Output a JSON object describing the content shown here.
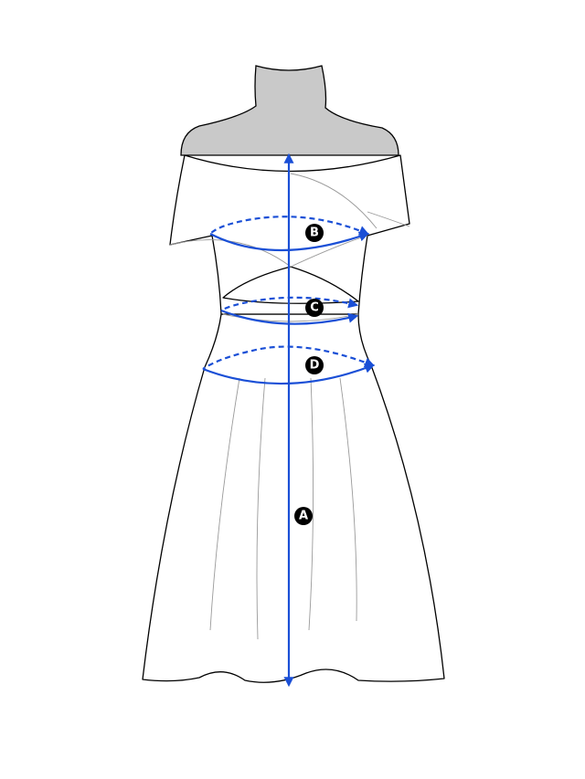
{
  "colors": {
    "measure": "#1a4fd6",
    "mannequin": "#c9c9c9",
    "outline": "#000000",
    "badge": "#000000"
  },
  "markers": [
    {
      "id": "A",
      "label": "A"
    },
    {
      "id": "B",
      "label": "B"
    },
    {
      "id": "C",
      "label": "C"
    },
    {
      "id": "D",
      "label": "D"
    }
  ]
}
